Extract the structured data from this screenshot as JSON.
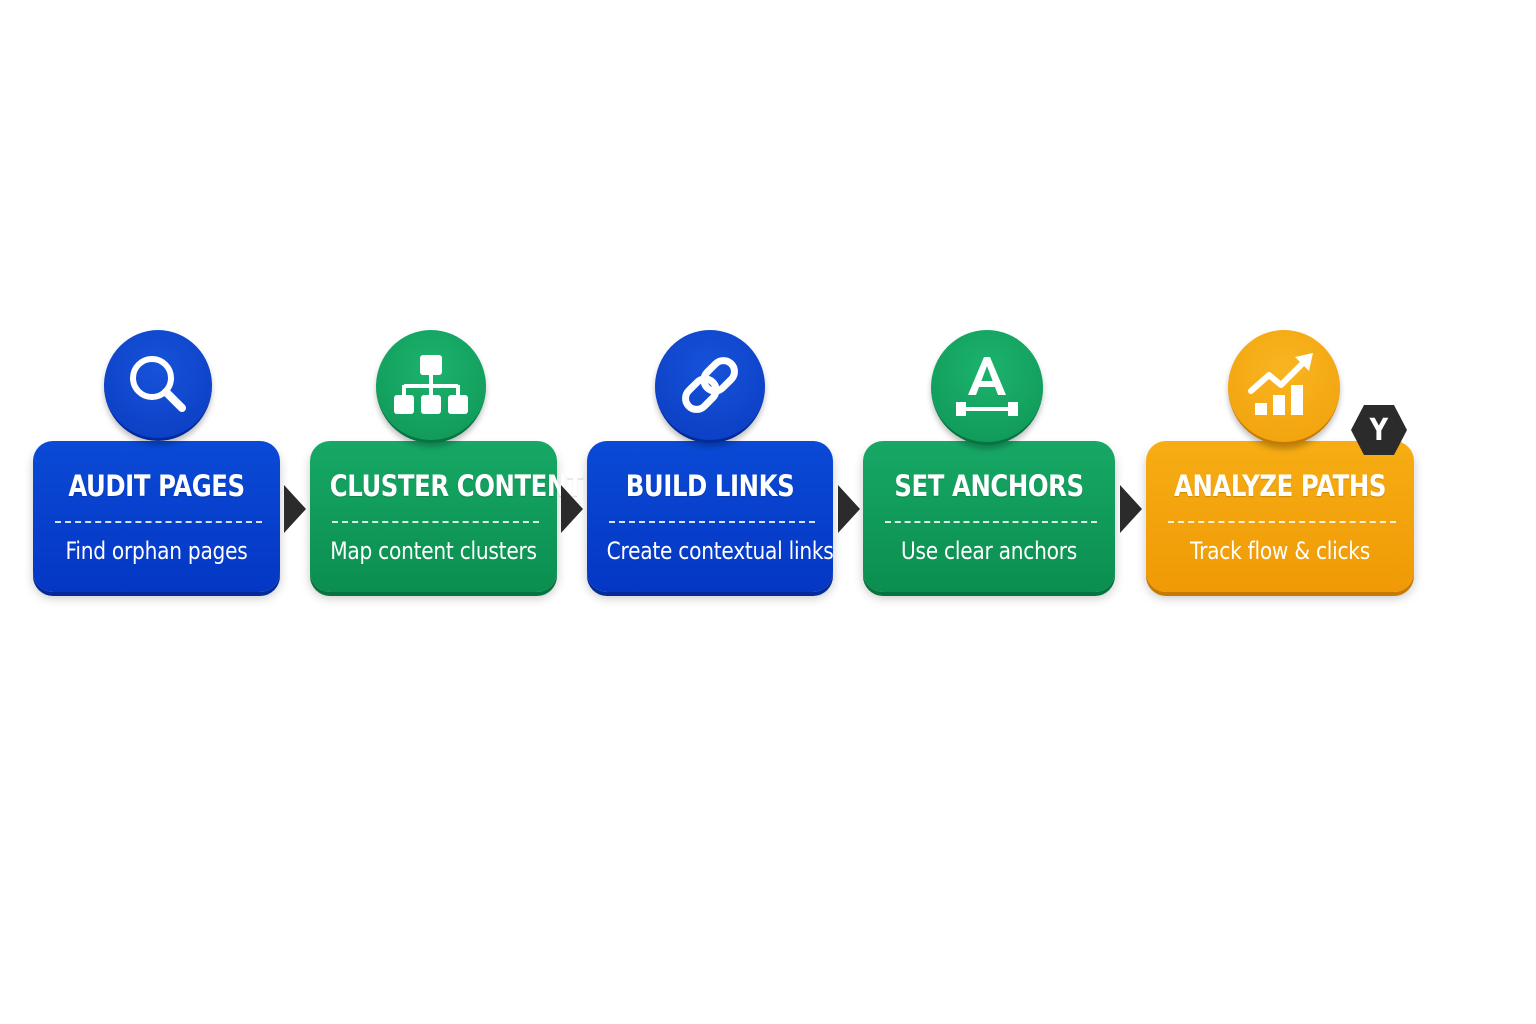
{
  "steps": [
    {
      "title": "AUDIT PAGES",
      "description": "Find orphan pages",
      "icon": "search-icon",
      "color": "#0a44d0"
    },
    {
      "title": "CLUSTER CONTENT",
      "description": "Map content clusters",
      "icon": "sitemap-icon",
      "color": "#12a05e"
    },
    {
      "title": "BUILD LINKS",
      "description": "Create contextual links",
      "icon": "link-icon",
      "color": "#0a44d0"
    },
    {
      "title": "SET ANCHORS",
      "description": "Use clear anchors",
      "icon": "anchor-text-icon",
      "color": "#12a05e"
    },
    {
      "title": "ANALYZE PATHS",
      "description": "Track flow & clicks",
      "icon": "chart-growth-icon",
      "color": "#f4a50e"
    }
  ],
  "badge": {
    "label": "Y",
    "color": "#2b2b2b"
  }
}
